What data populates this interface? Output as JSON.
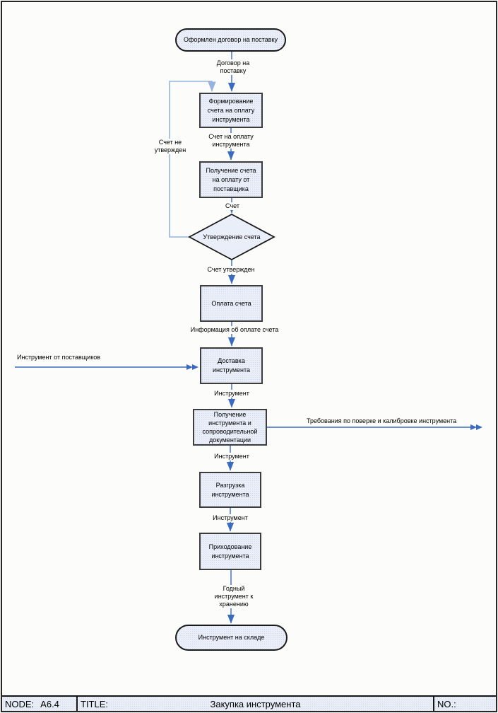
{
  "colors": {
    "arrow": "#3a6bbf",
    "loop_arrow": "#95b3dd",
    "node_fill": "#e9eef8",
    "node_border": "#3c3c3c",
    "footer_fill": "#e9edf6"
  },
  "nodes": {
    "start": {
      "label": "Оформлен договор на поставку"
    },
    "form_invoice": {
      "label": "Формирование\nсчета на оплату\nинструмента"
    },
    "receive_invoice": {
      "label": "Получение счета\nна оплату от\nпоставщика"
    },
    "approve": {
      "label": "Утверждение счета"
    },
    "pay": {
      "label": "Оплата счета"
    },
    "delivery": {
      "label": "Доставка\nинструмента"
    },
    "receive_tool": {
      "label": "Получение\nинструмента и\nсопроводительной\nдокументации"
    },
    "unload": {
      "label": "Разгрузка\nинструмента"
    },
    "income": {
      "label": "Приходование\nинструмента"
    },
    "end": {
      "label": "Инструмент на складе"
    }
  },
  "edge_labels": {
    "contract": "Договор на\nпоставку",
    "invoice_for_payment": "Счет на оплату\nинструмента",
    "not_approved": "Счет не\nутвержден",
    "invoice": "Счет",
    "approved": "Счет утвержден",
    "payment_info": "Информация об оплате счета",
    "tool_1": "Инструмент",
    "tool_2": "Инструмент",
    "tool_3": "Инструмент",
    "good_tool": "Годный\nинструмент к\nхранению",
    "input_left": "Инструмент от поставщиков",
    "output_right": "Требования по поверке и калибровке инструмента"
  },
  "footer": {
    "node_label": "NODE:",
    "node_value": "A6.4",
    "title_label": "TITLE:",
    "title_value": "Закупка инструмента",
    "no_label": "NO.:"
  }
}
